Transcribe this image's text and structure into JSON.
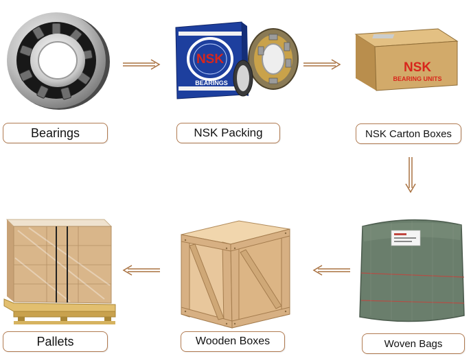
{
  "steps": [
    {
      "label": "Bearings"
    },
    {
      "label": "NSK Packing"
    },
    {
      "label": "NSK Carton Boxes"
    },
    {
      "label": "Woven Bags"
    },
    {
      "label": "Wooden Boxes"
    },
    {
      "label": "Pallets"
    }
  ],
  "box_text": {
    "brand": "NSK",
    "packing_sub": "BEARINGS",
    "carton_sub": "BEARING UNITS"
  },
  "colors": {
    "border": "#b07a50",
    "arrow": "#a8703f",
    "brand_red": "#d8261c",
    "packing_blue": "#1d3f9e",
    "carton": "#d2aa6a",
    "woven": "#6a7e6c",
    "wood": "#e8c79c"
  }
}
